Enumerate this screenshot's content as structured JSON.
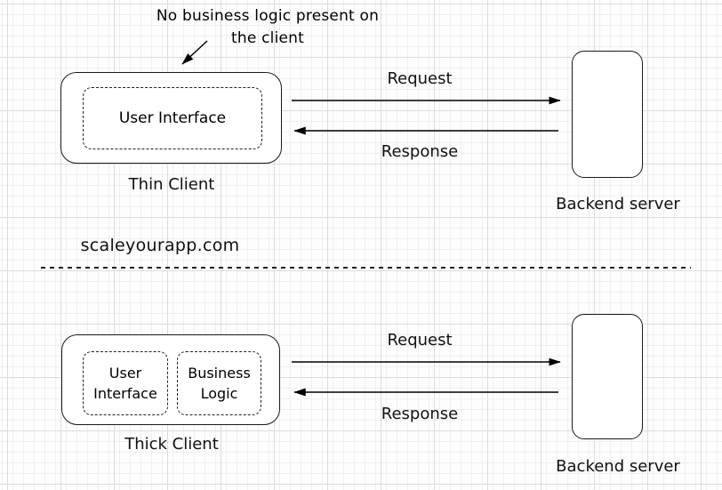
{
  "annotation": {
    "line1": "No business logic present on",
    "line2": "the client"
  },
  "watermark": "scaleyourapp.com",
  "thin": {
    "client_label": "Thin Client",
    "ui_label": "User Interface",
    "request_label": "Request",
    "response_label": "Response",
    "server_label": "Backend server"
  },
  "thick": {
    "client_label": "Thick Client",
    "boxes": [
      {
        "line1": "User",
        "line2": "Interface"
      },
      {
        "line1": "Business",
        "line2": "Logic"
      }
    ],
    "request_label": "Request",
    "response_label": "Response",
    "server_label": "Backend server"
  },
  "colors": {
    "stroke": "#000000",
    "background": "#fdfdfd",
    "grid_minor": "#efefef",
    "grid_major": "#dcdcdc"
  }
}
